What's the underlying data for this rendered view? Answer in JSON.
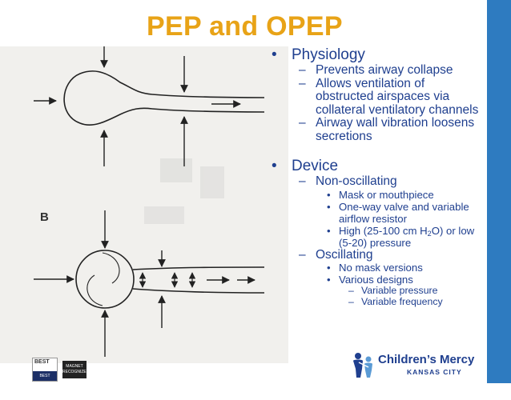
{
  "title": "PEP and OPEP",
  "figure": {
    "label": "B"
  },
  "physiology": {
    "heading": "Physiology",
    "items": [
      "Prevents airway collapse",
      "Allows ventilation of obstructed airspaces via collateral ventilatory channels",
      "Airway wall vibration loosens secretions"
    ]
  },
  "device": {
    "heading": "Device",
    "non_oscillating": {
      "label": "Non-oscillating",
      "items": [
        "Mask or mouthpiece",
        "One-way valve and variable airflow resistor"
      ],
      "pressure": {
        "pre": "High (25-100 cm H",
        "sub": "2",
        "post": "O) or low (5-20) pressure"
      }
    },
    "oscillating": {
      "label": "Oscillating",
      "items": [
        "No mask versions",
        "Various designs"
      ],
      "designs": [
        "Variable pressure",
        "Variable frequency"
      ]
    }
  },
  "logo": {
    "name": "Children’s Mercy",
    "city": "KANSAS CITY",
    "name_color": "#1f3f8f"
  },
  "badges": [
    {
      "text": "BEST CHILDREN'S HOSPITALS"
    },
    {
      "text": "MAGNET RECOGNIZED"
    }
  ],
  "colors": {
    "title": "#e8a317",
    "text": "#1f3f8f",
    "band": "#2e7bc0"
  }
}
